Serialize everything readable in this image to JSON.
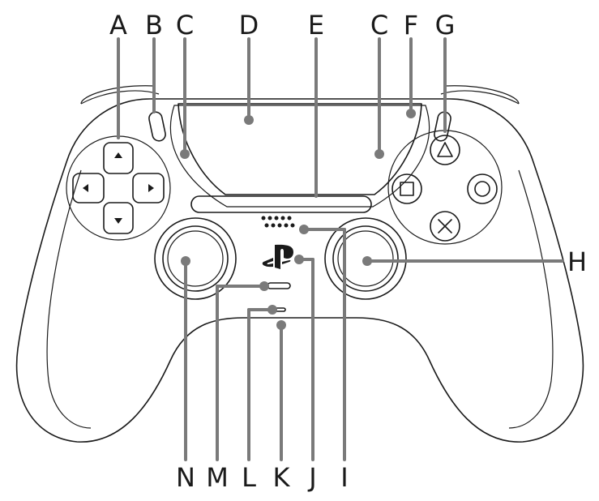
{
  "callouts": {
    "A": "A",
    "B": "B",
    "C": "C",
    "D": "D",
    "E": "E",
    "F": "F",
    "G": "G",
    "H": "H",
    "I": "I",
    "J": "J",
    "K": "K",
    "L": "L",
    "M": "M",
    "N": "N"
  },
  "colors": {
    "outline": "#1a1a1a",
    "leader": "#7a7a7a",
    "background": "#ffffff"
  },
  "icons": {
    "dpad": [
      "arrow-up-icon",
      "arrow-left-icon",
      "arrow-right-icon",
      "arrow-down-icon"
    ],
    "face_buttons": [
      "triangle-icon",
      "square-icon",
      "circle-icon",
      "cross-icon"
    ],
    "logo": "playstation-logo-icon"
  }
}
